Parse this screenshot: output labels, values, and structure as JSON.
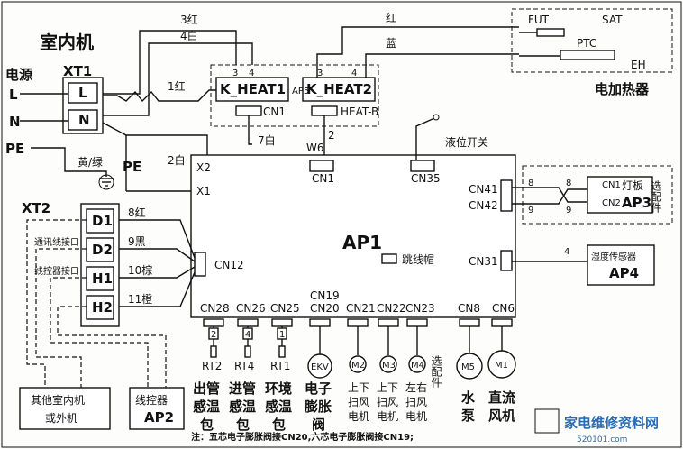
{
  "title": "室内机",
  "power_source": {
    "label": "电源",
    "terminal_block": "XT1",
    "L": "L",
    "N": "N",
    "PE": "PE",
    "PE_ground": "PE",
    "pe_wire": "黄/绿"
  },
  "heater": {
    "title": "电加热器",
    "FUT": "FUT",
    "SAT": "SAT",
    "PTC": "PTC",
    "EH": "EH",
    "wire_red": "红",
    "wire_blue": "蓝"
  },
  "ap5": {
    "label": "AP5",
    "k_heat1": "K_HEAT1",
    "k_heat2": "K_HEAT2",
    "cn1": "CN1",
    "heat_b": "HEAT-B",
    "w3": "3红",
    "w4": "4白",
    "w1": "1红",
    "pin3a": "3",
    "pin4a": "4",
    "pin3b": "3",
    "pin4b": "4",
    "w7": "7白",
    "w2": "2白",
    "w6": "W6",
    "w2b": "2"
  },
  "ap1": {
    "label": "AP1",
    "x1": "X1",
    "x2": "X2",
    "cn1": "CN1",
    "cn35": "CN35",
    "level_switch": "液位开关",
    "jumper": "跳线帽",
    "cn12": "CN12",
    "cn41": "CN41",
    "cn42": "CN42",
    "cn31": "CN31"
  },
  "xt2": {
    "label": "XT2",
    "D1": "D1",
    "D2": "D2",
    "H1": "H1",
    "H2": "H2",
    "comm_port": "通讯线接口",
    "ctrl_port": "线控器接口",
    "w8": "8红",
    "w9": "9黑",
    "w10": "10棕",
    "w11": "11橙"
  },
  "ap3": {
    "label": "AP3",
    "cn1": "CN1",
    "cn2": "CN2",
    "lamp_board": "灯板",
    "optional": "选配件",
    "w8a": "8",
    "w9a": "9",
    "w8b": "8",
    "w9b": "9"
  },
  "ap4": {
    "label": "AP4",
    "sensor": "湿度传感器",
    "w4": "4"
  },
  "bottom": {
    "cn28": "CN28",
    "cn26": "CN26",
    "cn25": "CN25",
    "cn19": "CN19",
    "cn20": "CN20",
    "cn21": "CN21",
    "cn22": "CN22",
    "cn23": "CN23",
    "cn8": "CN8",
    "cn6": "CN6",
    "rt2": "RT2",
    "rt4": "RT4",
    "rt1": "RT1",
    "ekv": "EKV",
    "m2": "M2",
    "m3": "M3",
    "m4": "M4",
    "m5": "M5",
    "m1": "M1",
    "n2": "2",
    "n4": "4",
    "n1": "1",
    "l_rt2": [
      "出管",
      "感温",
      "包"
    ],
    "l_rt4": [
      "进管",
      "感温",
      "包"
    ],
    "l_rt1": [
      "环境",
      "感温",
      "包"
    ],
    "l_ekv": [
      "电子",
      "膨胀",
      "阀"
    ],
    "l_m2": [
      "上下",
      "扫风",
      "电机"
    ],
    "l_m3": [
      "上下",
      "扫风",
      "电机"
    ],
    "l_m4": [
      "左右",
      "扫风",
      "电机"
    ],
    "l_m5": [
      "水",
      "泵"
    ],
    "l_m1": [
      "直流",
      "风机"
    ],
    "optional2": "选配件"
  },
  "other_unit": [
    "其他室内机",
    "或外机"
  ],
  "ap2": {
    "line1": "线控器",
    "line2": "AP2"
  },
  "note": "注：五芯电子膨胀阀接CN20,六芯电子膨胀阀接CN19;",
  "watermark": "家电维修资料网",
  "watermark_url": "520101.com"
}
